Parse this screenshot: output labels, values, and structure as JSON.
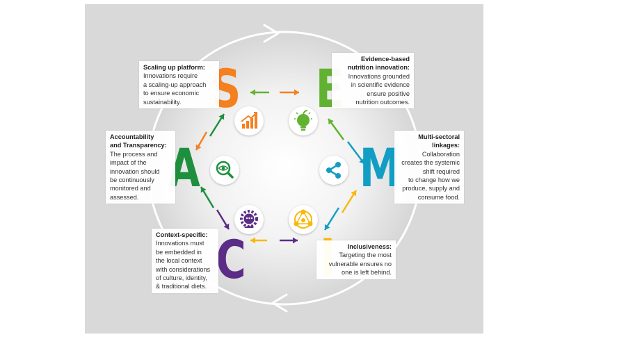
{
  "colors": {
    "S": "#f4801f",
    "E": "#62b231",
    "M": "#129ec4",
    "I": "#f7b80b",
    "C": "#5b2d86",
    "A": "#1e8f3d",
    "panel": "#d9d9d9",
    "text": "#333333"
  },
  "letters": {
    "s": "S",
    "e": "E",
    "m": "M",
    "i": "I",
    "c": "C",
    "a": "A"
  },
  "boxes": {
    "scaling": {
      "heading": "Scaling up platform:",
      "body": "Innovations require\na scaling-up approach\nto ensure economic\nsustainability."
    },
    "evidence": {
      "heading": "Evidence-based\nnutrition innovation:",
      "body": "Innovations grounded\nin scientific evidence\nensure positive\nnutrition outcomes."
    },
    "multisectoral": {
      "heading": "Multi-sectoral\nlinkages:",
      "body": "Collaboration\ncreates the systemic\nshift required\nto change how we\nproduce, supply and\nconsume food."
    },
    "inclusiveness": {
      "heading": "Inclusiveness:",
      "body": "Targeting the most\nvulnerable ensures no\none is left behind."
    },
    "context": {
      "heading": "Context-specific:",
      "body": "Innovations must\nbe embedded in\nthe local context\nwith considerations\nof culture, identity,\n& traditional diets."
    },
    "accountability": {
      "heading": "Accountability\nand Transparency:",
      "body": "The process and\nimpact of the\ninnovation should\nbe continuously\nmonitored and\nassessed."
    }
  },
  "icons": {
    "s": "growth-chart-icon",
    "e": "apple-lightbulb-icon",
    "m": "share-icon",
    "i": "people-network-icon",
    "c": "head-gear-icon",
    "a": "magnifier-eye-icon"
  }
}
